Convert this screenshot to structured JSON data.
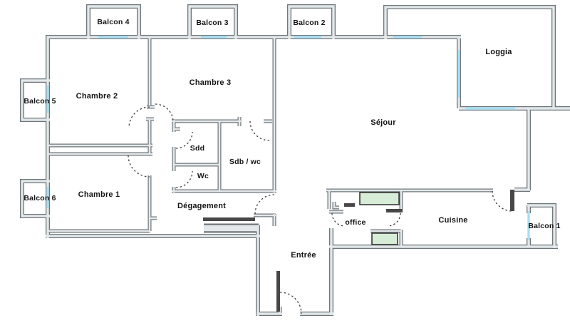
{
  "plan": {
    "type": "apartment-floor-plan",
    "colors": {
      "wall_edge": "#6e767a",
      "wall_fill": "#e4e8ea",
      "window": "#a9dff2",
      "door_leaf": "#474747",
      "furniture": "#d7edd7",
      "text": "#141414",
      "background": "#ffffff"
    },
    "rooms": [
      {
        "id": "balcon-4",
        "label": "Balcon 4"
      },
      {
        "id": "balcon-3",
        "label": "Balcon 3"
      },
      {
        "id": "balcon-2",
        "label": "Balcon 2"
      },
      {
        "id": "loggia",
        "label": "Loggia"
      },
      {
        "id": "balcon-5",
        "label": "Balcon 5"
      },
      {
        "id": "chambre-2",
        "label": "Chambre 2"
      },
      {
        "id": "chambre-3",
        "label": "Chambre 3"
      },
      {
        "id": "sejour",
        "label": "Séjour"
      },
      {
        "id": "balcon-6",
        "label": "Balcon 6"
      },
      {
        "id": "chambre-1",
        "label": "Chambre 1"
      },
      {
        "id": "sdd",
        "label": "Sdd"
      },
      {
        "id": "sdb-wc",
        "label": "Sdb / wc"
      },
      {
        "id": "wc",
        "label": "Wc"
      },
      {
        "id": "degagement",
        "label": "Dégagement"
      },
      {
        "id": "office",
        "label": "office"
      },
      {
        "id": "cuisine",
        "label": "Cuisine"
      },
      {
        "id": "entree",
        "label": "Entrée"
      },
      {
        "id": "balcon-1",
        "label": "Balcon 1"
      }
    ]
  }
}
